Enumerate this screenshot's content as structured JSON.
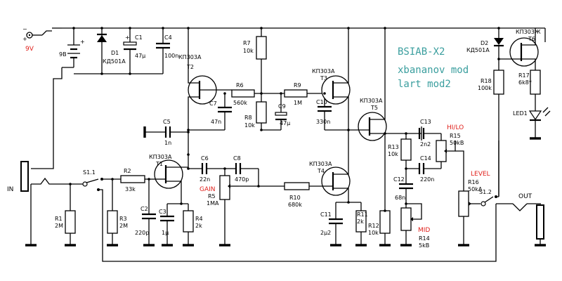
{
  "title": "BSIAB-X2",
  "subtitle1": "xbananov mod",
  "subtitle2": "lart mod2",
  "supply": {
    "label": "9V",
    "battery": "9B"
  },
  "ports": {
    "in": "IN",
    "out": "OUT"
  },
  "switches": {
    "s1_1": "S1.1",
    "s1_2": "S1.2"
  },
  "controls": {
    "gain": "GAIN",
    "hilo": "HI/LO",
    "level": "LEVEL",
    "mid": "MID"
  },
  "transistors": {
    "t1": {
      "type": "КП303А",
      "ref": "T1"
    },
    "t2": {
      "type": "КП303А",
      "ref": "T2"
    },
    "t3": {
      "type": "КП303А",
      "ref": "T3"
    },
    "t4": {
      "type": "КП303А",
      "ref": "T4"
    },
    "t5": {
      "type": "КП303А",
      "ref": "T5"
    },
    "t6": {
      "type": "КП303Ж",
      "ref": "T6"
    }
  },
  "diodes": {
    "d1": {
      "ref": "D1",
      "type": "КД501А"
    },
    "d2": {
      "ref": "D2",
      "type": "КД501А"
    },
    "led1": {
      "ref": "LED1"
    }
  },
  "resistors": {
    "r1": {
      "ref": "R1",
      "val": "2M"
    },
    "r2": {
      "ref": "R2",
      "val": "33k"
    },
    "r3": {
      "ref": "R3",
      "val": "2M"
    },
    "r4": {
      "ref": "R4",
      "val": "2k"
    },
    "r5": {
      "ref": "R5",
      "val": "1MA"
    },
    "r6": {
      "ref": "R6",
      "val": "560k"
    },
    "r7": {
      "ref": "R7",
      "val": "10k"
    },
    "r8": {
      "ref": "R8",
      "val": "10k"
    },
    "r9": {
      "ref": "R9",
      "val": "1M"
    },
    "r10": {
      "ref": "R10",
      "val": "680k"
    },
    "r11": {
      "ref": "R11",
      "val": "2k"
    },
    "r12": {
      "ref": "R12",
      "val": "10k"
    },
    "r13": {
      "ref": "R13",
      "val": "10k"
    },
    "r14": {
      "ref": "R14",
      "val": "5kB"
    },
    "r15": {
      "ref": "R15",
      "val": "50kB"
    },
    "r16": {
      "ref": "R16",
      "val": "50kA"
    },
    "r17": {
      "ref": "R17",
      "val": "6k8*"
    },
    "r18": {
      "ref": "R18",
      "val": "100k"
    }
  },
  "capacitors": {
    "c1": {
      "ref": "C1",
      "val": "47µ"
    },
    "c2": {
      "ref": "C2",
      "val": "220p"
    },
    "c3": {
      "ref": "C3",
      "val": "1µ"
    },
    "c4": {
      "ref": "C4",
      "val": "100n"
    },
    "c5": {
      "ref": "C5",
      "val": "1n"
    },
    "c6": {
      "ref": "C6",
      "val": "22n"
    },
    "c7": {
      "ref": "C7",
      "val": "47n"
    },
    "c8": {
      "ref": "C8",
      "val": "470p"
    },
    "c9": {
      "ref": "C9",
      "val": "47µ"
    },
    "c10": {
      "ref": "C10",
      "val": "330n"
    },
    "c11": {
      "ref": "C11",
      "val": "2µ2"
    },
    "c12": {
      "ref": "C12",
      "val": "68n"
    },
    "c13": {
      "ref": "C13",
      "val": "2n2"
    },
    "c14": {
      "ref": "C14",
      "val": "220n"
    }
  },
  "colors": {
    "title": "#3a9e9e",
    "highlight": "#e0201b",
    "ink": "#000000"
  }
}
